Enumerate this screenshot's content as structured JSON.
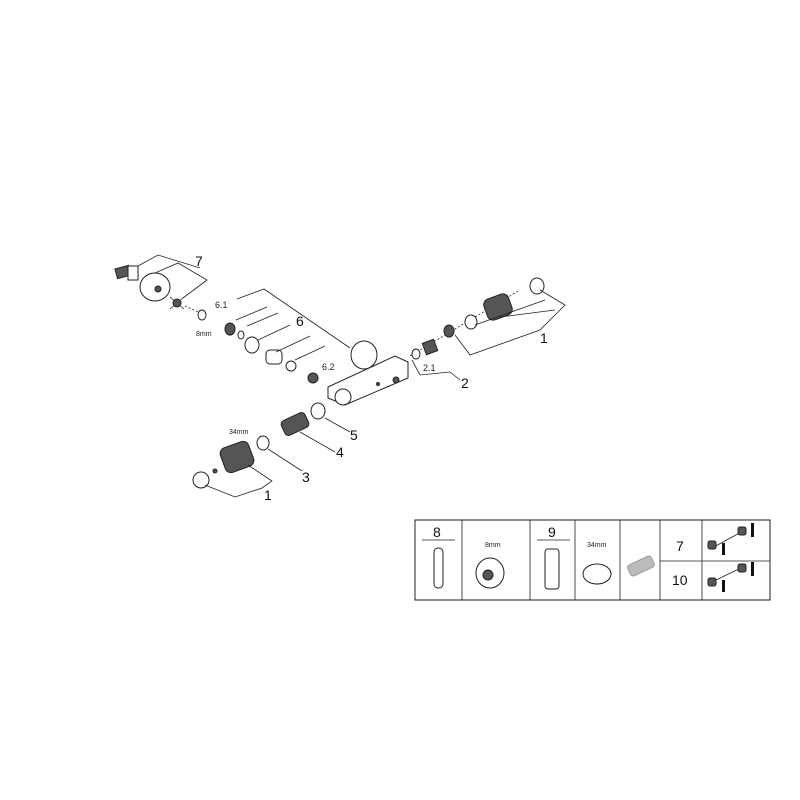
{
  "diagram": {
    "callouts": {
      "c7": "7",
      "c6_1": "6.1",
      "c8mm": "8mm",
      "c6": "6",
      "c6_2": "6.2",
      "c1_right": "1",
      "c2": "2",
      "c2_1": "2.1",
      "c5": "5",
      "c4": "4",
      "c34mm": "34mm",
      "c3": "3",
      "c1_left": "1"
    }
  },
  "parts_table": {
    "col_8": "8",
    "size_8mm": "8mm",
    "col_9": "9",
    "size_34mm": "34mm",
    "row_7": "7",
    "row_10": "10"
  }
}
